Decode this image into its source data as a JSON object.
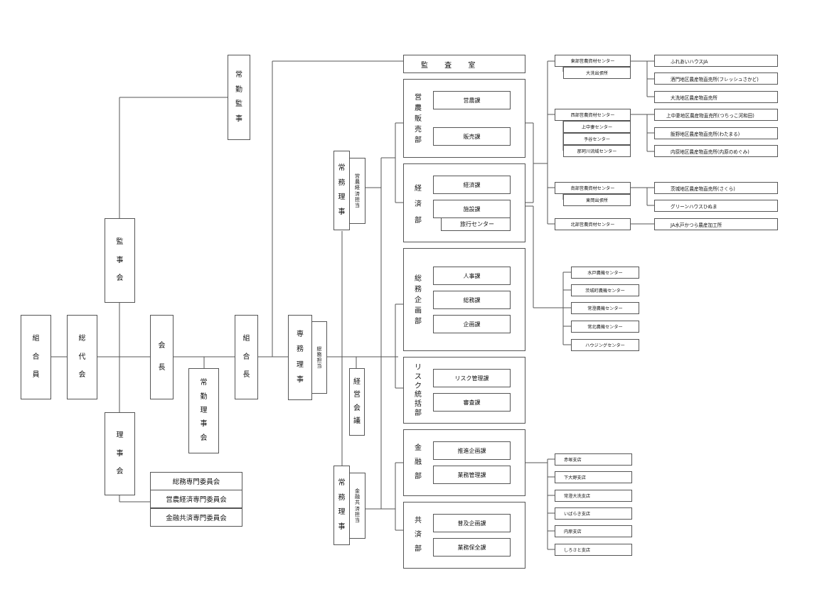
{
  "left_chain": {
    "members": "組合員",
    "delegates": "総代会",
    "auditors": "監事会",
    "board": "理事会",
    "chairman": "会長",
    "standing_board": "常勤理事会",
    "president": "組合長",
    "fulltime_auditor": "常勤監事",
    "senior_director": "専務理事",
    "senior_director_charge": "総務担当"
  },
  "committees": [
    "総務専門委員会",
    "営農経済専門委員会",
    "金融共済専門委員会"
  ],
  "audit_office": "監 査 室",
  "management_council": "経営会議",
  "exec_directors": {
    "upper": {
      "title": "常務理事",
      "charge": "営農経済担当"
    },
    "lower": {
      "title": "常務理事",
      "charge": "金融共済担当"
    }
  },
  "departments": {
    "farming": {
      "name": "営農販売部",
      "sections": [
        "営農課",
        "販売課"
      ]
    },
    "economy": {
      "name": "経済部",
      "sections": [
        "経済課",
        "施設課"
      ],
      "sub_unit": "旅行センター"
    },
    "general": {
      "name": "総務企画部",
      "sections": [
        "人事課",
        "総務課",
        "企画課"
      ]
    },
    "risk": {
      "name": "リスク統括部",
      "sections": [
        "リスク管理課",
        "審査課"
      ]
    },
    "finance": {
      "name": "金融部",
      "sections": [
        "推進企画課",
        "業務管理課"
      ]
    },
    "mutual": {
      "name": "共済部",
      "sections": [
        "普及企画課",
        "業務保全課"
      ]
    }
  },
  "material_centers": {
    "east": {
      "name": "東部営農資材センター",
      "subs": [
        "大洗出張所"
      ]
    },
    "west": {
      "name": "西部営農資材センター",
      "subs": [
        "上中妻センター",
        "予谷センター",
        "那珂川流域センター"
      ]
    },
    "south": {
      "name": "南部営農資材センター",
      "subs": [
        "東岡出張所"
      ]
    },
    "north": {
      "name": "北部営農資材センター",
      "subs": []
    }
  },
  "direct_sales": {
    "east": [
      "ふれあいハウスJA",
      "酒門地区農産物直売所(フレッシュさかど)",
      "大洗地区農産物直売所"
    ],
    "west": [
      "上中妻地区農産物直売所(つちっこ河和田)",
      "飯野地区農産物直売所(わたまる)",
      "内原地区農産物直売所(内原のめぐみ)"
    ],
    "south": [
      "茨城地区農産物直売所(さくら)",
      "グリーンハウスひぬま"
    ],
    "north": [
      "JA水戸かつら農産加工所"
    ]
  },
  "agri_centers": [
    "水戸農機センター",
    "茨城町農機センター",
    "常澄農機センター",
    "常北農機センター",
    "ハウジングセンター"
  ],
  "branches": [
    "赤塚支店",
    "下大野支店",
    "常澄大洗支店",
    "いばらき支店",
    "内原支店",
    "しろさと支店"
  ]
}
